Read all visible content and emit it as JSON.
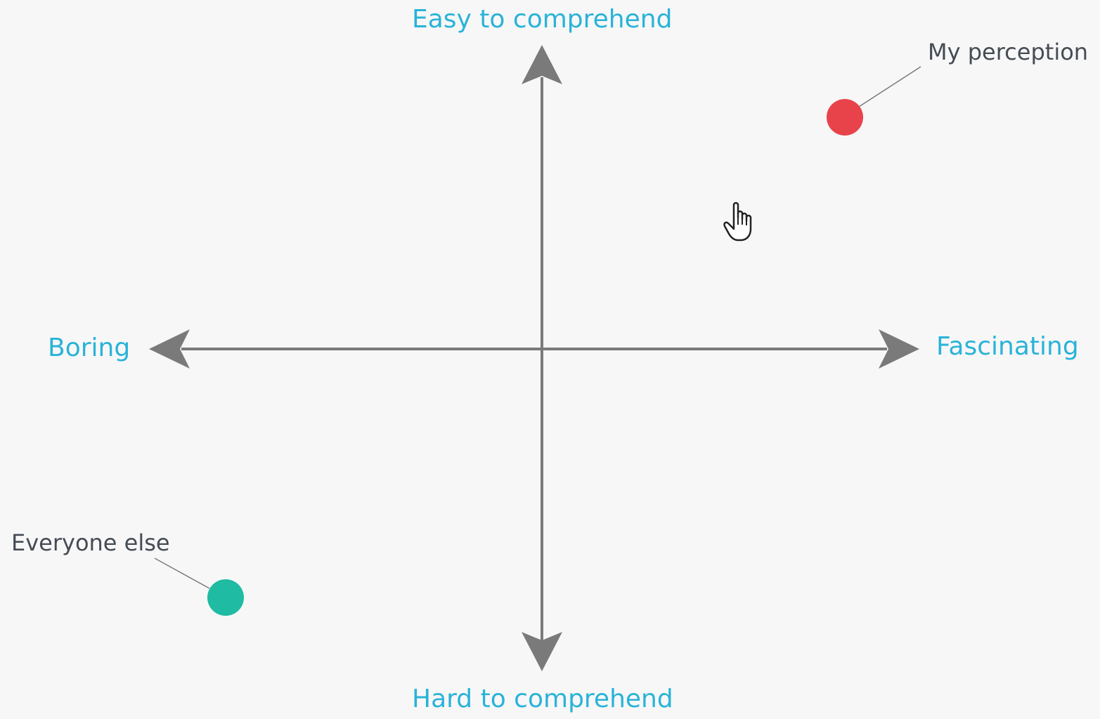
{
  "axes": {
    "top_label": "Easy to comprehend",
    "bottom_label": "Hard to comprehend",
    "left_label": "Boring",
    "right_label": "Fascinating"
  },
  "points": [
    {
      "label": "My perception",
      "color": "#e8434a"
    },
    {
      "label": "Everyone else",
      "color": "#1fbba3"
    }
  ],
  "colors": {
    "axis": "#7a7a7a",
    "axis_label": "#29b3d8",
    "point_label": "#454c55",
    "background": "#f7f7f7"
  },
  "icons": {
    "cursor": "hand-pointer-icon"
  }
}
